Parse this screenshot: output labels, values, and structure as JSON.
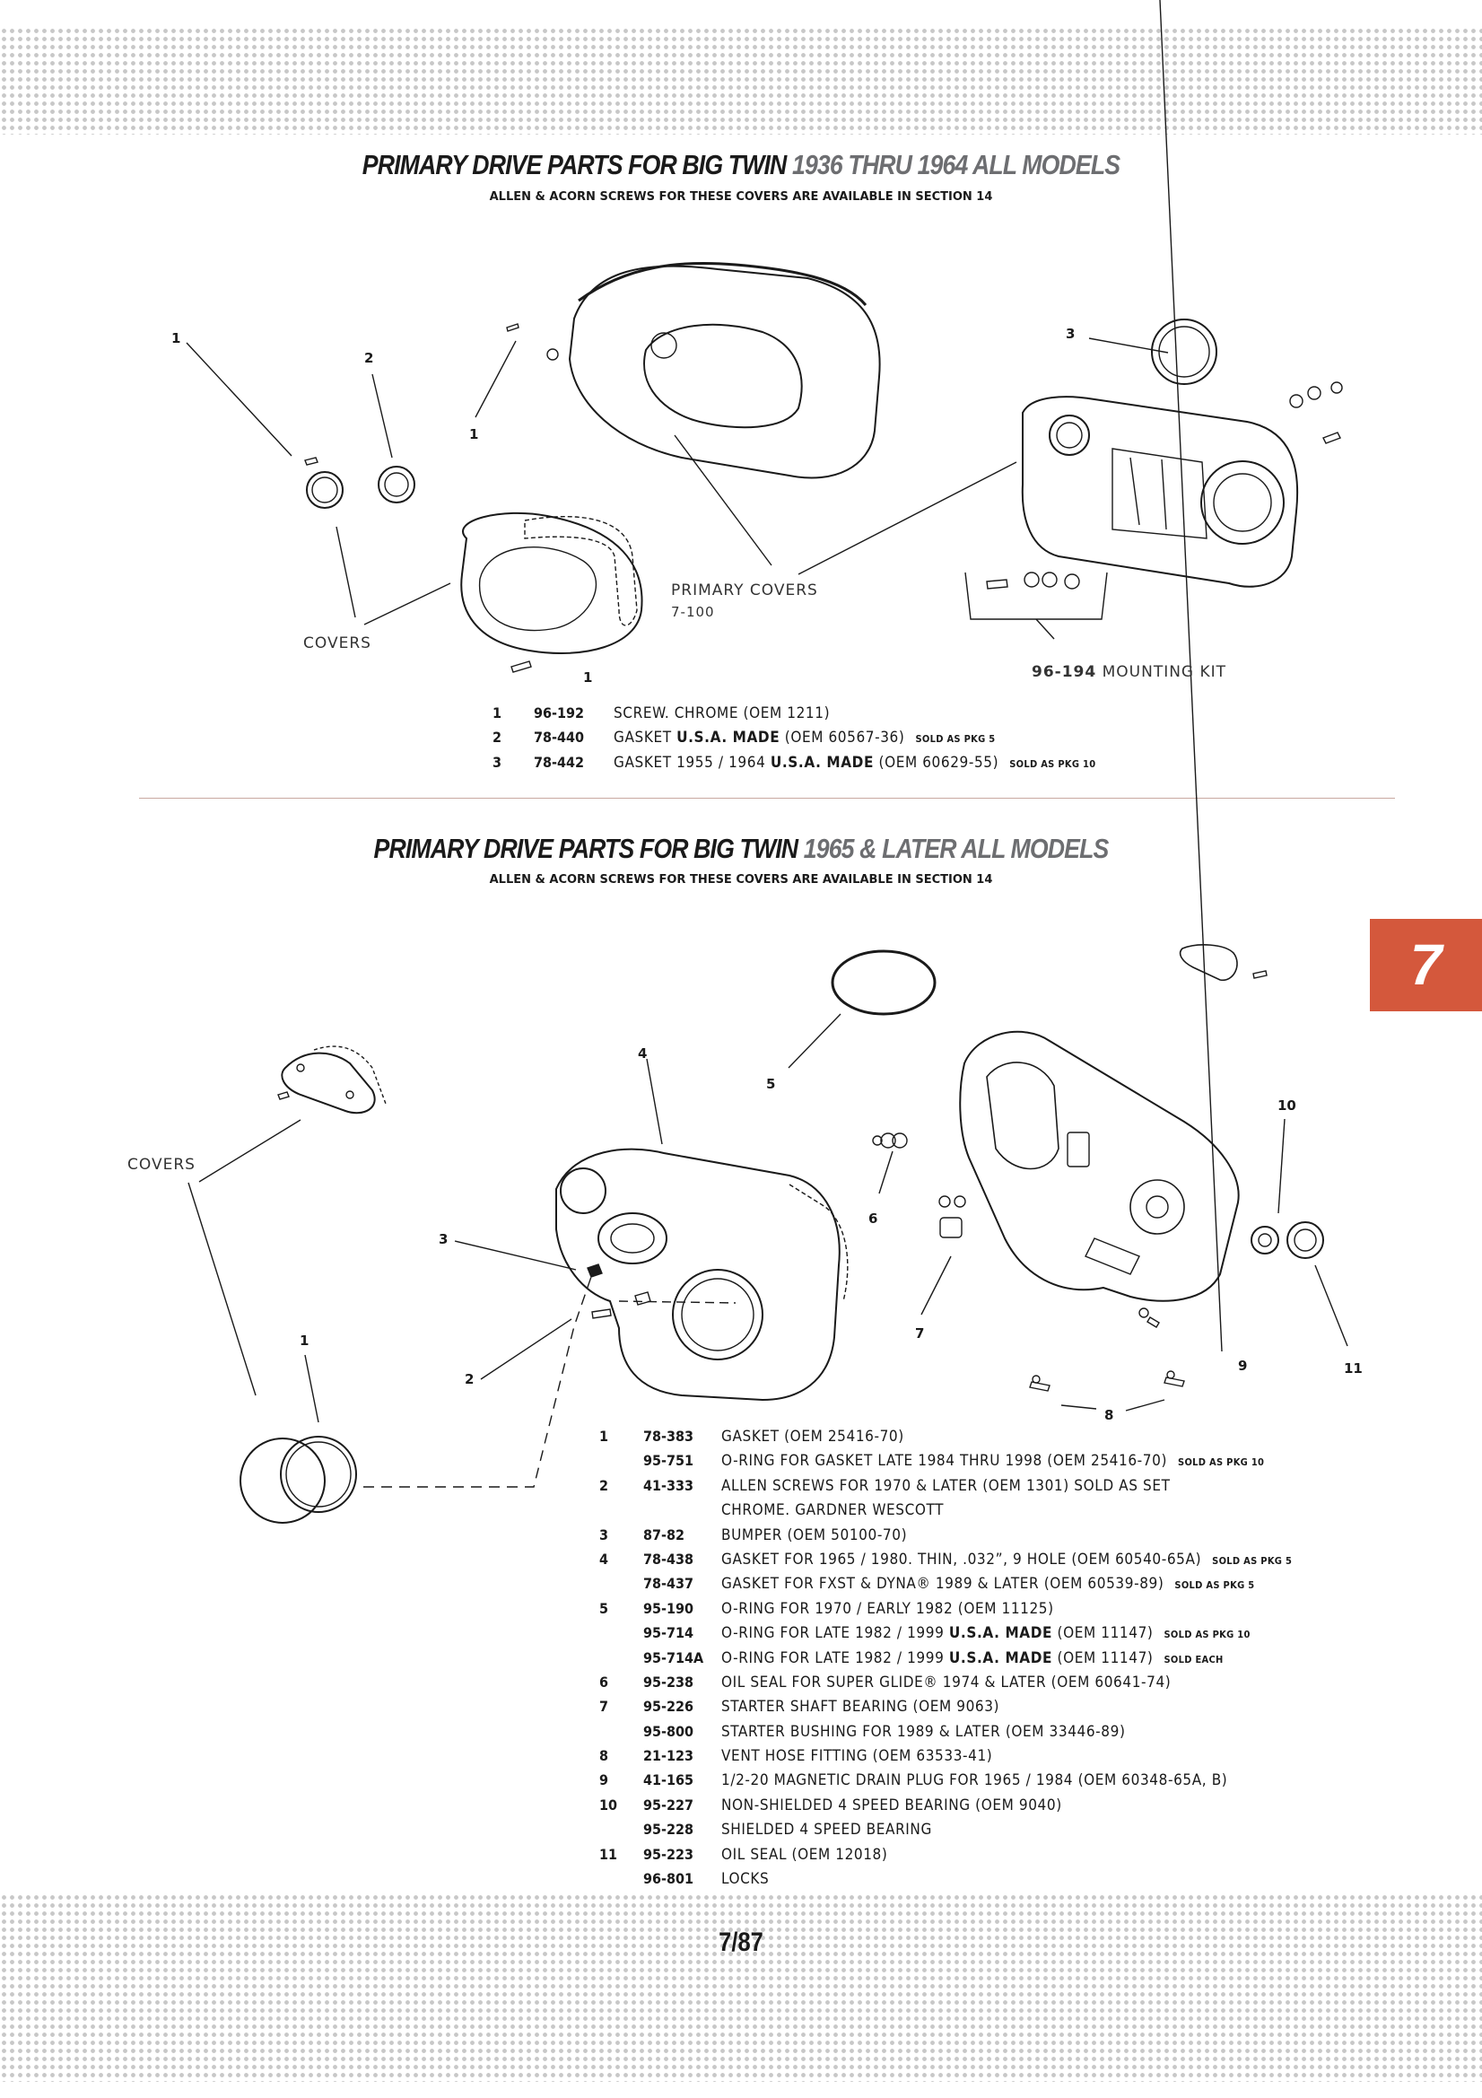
{
  "section1": {
    "title_bold": "PRIMARY DRIVE PARTS FOR BIG TWIN",
    "title_grey": "1936 THRU 1964 ALL MODELS",
    "subtitle": "ALLEN & ACORN SCREWS FOR THESE COVERS ARE AVAILABLE IN SECTION 14",
    "callouts": {
      "c1a": "1",
      "c1b": "1",
      "c1c": "1",
      "c2": "2",
      "c3": "3"
    },
    "covers_label": "COVERS",
    "primary_covers_label": "PRIMARY COVERS",
    "primary_covers_pn": "7-100",
    "mounting_kit_pn": "96-194",
    "mounting_kit_label": "MOUNTING KIT",
    "parts": [
      {
        "num": "1",
        "pn": "96-192",
        "desc": "SCREW. CHROME (OEM 1211)",
        "bold": "",
        "note": ""
      },
      {
        "num": "2",
        "pn": "78-440",
        "desc": "GASKET",
        "bold": "U.S.A. MADE",
        "desc2": "(OEM 60567-36)",
        "note": "SOLD AS PKG 5"
      },
      {
        "num": "3",
        "pn": "78-442",
        "desc": "GASKET 1955 / 1964",
        "bold": "U.S.A. MADE",
        "desc2": "(OEM 60629-55)",
        "note": "SOLD AS PKG 10"
      }
    ]
  },
  "section2": {
    "title_bold": "PRIMARY DRIVE PARTS FOR BIG TWIN",
    "title_grey": "1965 & LATER ALL MODELS",
    "subtitle": "ALLEN & ACORN SCREWS FOR THESE COVERS ARE AVAILABLE IN SECTION 14",
    "covers_label": "COVERS",
    "callouts": {
      "c1": "1",
      "c2": "2",
      "c3": "3",
      "c4": "4",
      "c5": "5",
      "c6": "6",
      "c7": "7",
      "c8": "8",
      "c9": "9",
      "c10": "10",
      "c11": "11"
    },
    "parts": [
      {
        "num": "1",
        "pn": "78-383",
        "desc": "GASKET (OEM 25416-70)",
        "bold": "",
        "desc2": "",
        "note": ""
      },
      {
        "num": "",
        "pn": "95-751",
        "desc": "O-RING FOR GASKET LATE 1984 THRU 1998 (OEM 25416-70)",
        "bold": "",
        "desc2": "",
        "note": "SOLD AS PKG 10"
      },
      {
        "num": "2",
        "pn": "41-333",
        "desc": "ALLEN SCREWS FOR 1970 & LATER (OEM 1301) SOLD AS SET",
        "bold": "",
        "desc2": "",
        "note": ""
      },
      {
        "num": "",
        "pn": "",
        "desc": "CHROME. GARDNER WESCOTT",
        "bold": "",
        "desc2": "",
        "note": ""
      },
      {
        "num": "3",
        "pn": "87-82",
        "desc": "BUMPER (OEM 50100-70)",
        "bold": "",
        "desc2": "",
        "note": ""
      },
      {
        "num": "4",
        "pn": "78-438",
        "desc": "GASKET FOR 1965 / 1980. THIN, .032”, 9 HOLE (OEM 60540-65A)",
        "bold": "",
        "desc2": "",
        "note": "SOLD AS PKG 5"
      },
      {
        "num": "",
        "pn": "78-437",
        "desc": "GASKET FOR FXST & DYNA® 1989 & LATER (OEM 60539-89)",
        "bold": "",
        "desc2": "",
        "note": "SOLD AS PKG 5"
      },
      {
        "num": "5",
        "pn": "95-190",
        "desc": "O-RING FOR 1970 / EARLY 1982 (OEM 11125)",
        "bold": "",
        "desc2": "",
        "note": ""
      },
      {
        "num": "",
        "pn": "95-714",
        "desc": "O-RING FOR LATE 1982 / 1999",
        "bold": "U.S.A. MADE",
        "desc2": "(OEM 11147)",
        "note": "SOLD AS PKG 10"
      },
      {
        "num": "",
        "pn": "95-714A",
        "desc": "O-RING FOR LATE 1982 / 1999",
        "bold": "U.S.A. MADE",
        "desc2": "(OEM 11147)",
        "note": "SOLD EACH"
      },
      {
        "num": "6",
        "pn": "95-238",
        "desc": "OIL SEAL FOR SUPER GLIDE® 1974 & LATER (OEM 60641-74)",
        "bold": "",
        "desc2": "",
        "note": ""
      },
      {
        "num": "7",
        "pn": "95-226",
        "desc": "STARTER SHAFT BEARING (OEM 9063)",
        "bold": "",
        "desc2": "",
        "note": ""
      },
      {
        "num": "",
        "pn": "95-800",
        "desc": "STARTER BUSHING FOR 1989 & LATER (OEM 33446-89)",
        "bold": "",
        "desc2": "",
        "note": ""
      },
      {
        "num": "8",
        "pn": "21-123",
        "desc": "VENT HOSE FITTING (OEM 63533-41)",
        "bold": "",
        "desc2": "",
        "note": ""
      },
      {
        "num": "9",
        "pn": "41-165",
        "desc": "1/2-20 MAGNETIC DRAIN PLUG FOR 1965 / 1984 (OEM 60348-65A, B)",
        "bold": "",
        "desc2": "",
        "note": ""
      },
      {
        "num": "10",
        "pn": "95-227",
        "desc": "NON-SHIELDED 4 SPEED BEARING (OEM 9040)",
        "bold": "",
        "desc2": "",
        "note": ""
      },
      {
        "num": "",
        "pn": "95-228",
        "desc": "SHIELDED 4 SPEED BEARING",
        "bold": "",
        "desc2": "",
        "note": ""
      },
      {
        "num": "11",
        "pn": "95-223",
        "desc": "OIL SEAL (OEM 12018)",
        "bold": "",
        "desc2": "",
        "note": ""
      },
      {
        "num": "",
        "pn": "96-801",
        "desc": "LOCKS",
        "bold": "",
        "desc2": "",
        "note": ""
      }
    ]
  },
  "tab_label": "7",
  "page_number": "7/87",
  "colors": {
    "tab": "#d4583c",
    "title_grey": "#6d6e71",
    "divider": "#c9a9a1"
  }
}
